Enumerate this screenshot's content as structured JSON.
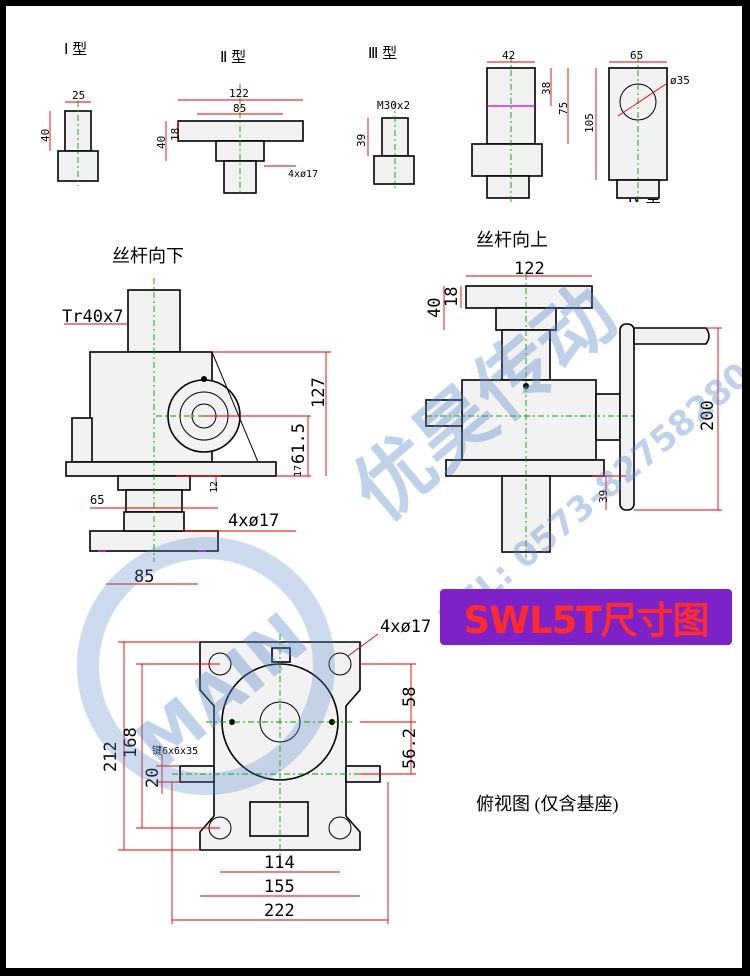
{
  "type_labels": {
    "t1": "Ⅰ 型",
    "t2": "Ⅱ 型",
    "t3": "Ⅲ 型",
    "t4": "Ⅳ 型"
  },
  "dims_top": {
    "t1_width": "25",
    "t1_height": "40",
    "t2_outer": "122",
    "t2_inner": "85",
    "t2_h40": "40",
    "t2_h18": "18",
    "t2_holes": "4xø17",
    "t3_thread": "M30x2",
    "t3_height": "39",
    "t4_a_width": "42",
    "t4_a_38": "38",
    "t4_a_75": "75",
    "t4_b_width": "65",
    "t4_b_105": "105",
    "t4_b_dia": "ø35"
  },
  "views": {
    "screw_down": "丝杆向下",
    "screw_up": "丝杆向上",
    "top_view": "俯视图 (仅含基座)"
  },
  "dims_left": {
    "thread": "Tr40x7",
    "h127": "127",
    "h61_5": "61.5",
    "h17": "17",
    "h12": "12",
    "w65": "65",
    "holes": "4xø17",
    "w85": "85"
  },
  "dims_right": {
    "w122": "122",
    "h40": "40",
    "h18": "18",
    "h200": "200",
    "h39": "39"
  },
  "dims_plan": {
    "holes": "4xø17",
    "h58": "58",
    "h56_2": "56.2",
    "h212": "212",
    "h168": "168",
    "h20": "20",
    "key": "键6x6x35",
    "w114": "114",
    "w155": "155",
    "w222": "222"
  },
  "title": "SWL5T尺寸图",
  "watermark": {
    "brand": "MAIN",
    "company": "优昊传动",
    "phone": "TEL: 0573-82758280"
  },
  "colors": {
    "title_bg": "#7c22c8",
    "title_text": "#ff2b2b",
    "dim_line": "#e00000",
    "center_line": "#00a000",
    "watermark": "#5b87c9"
  }
}
